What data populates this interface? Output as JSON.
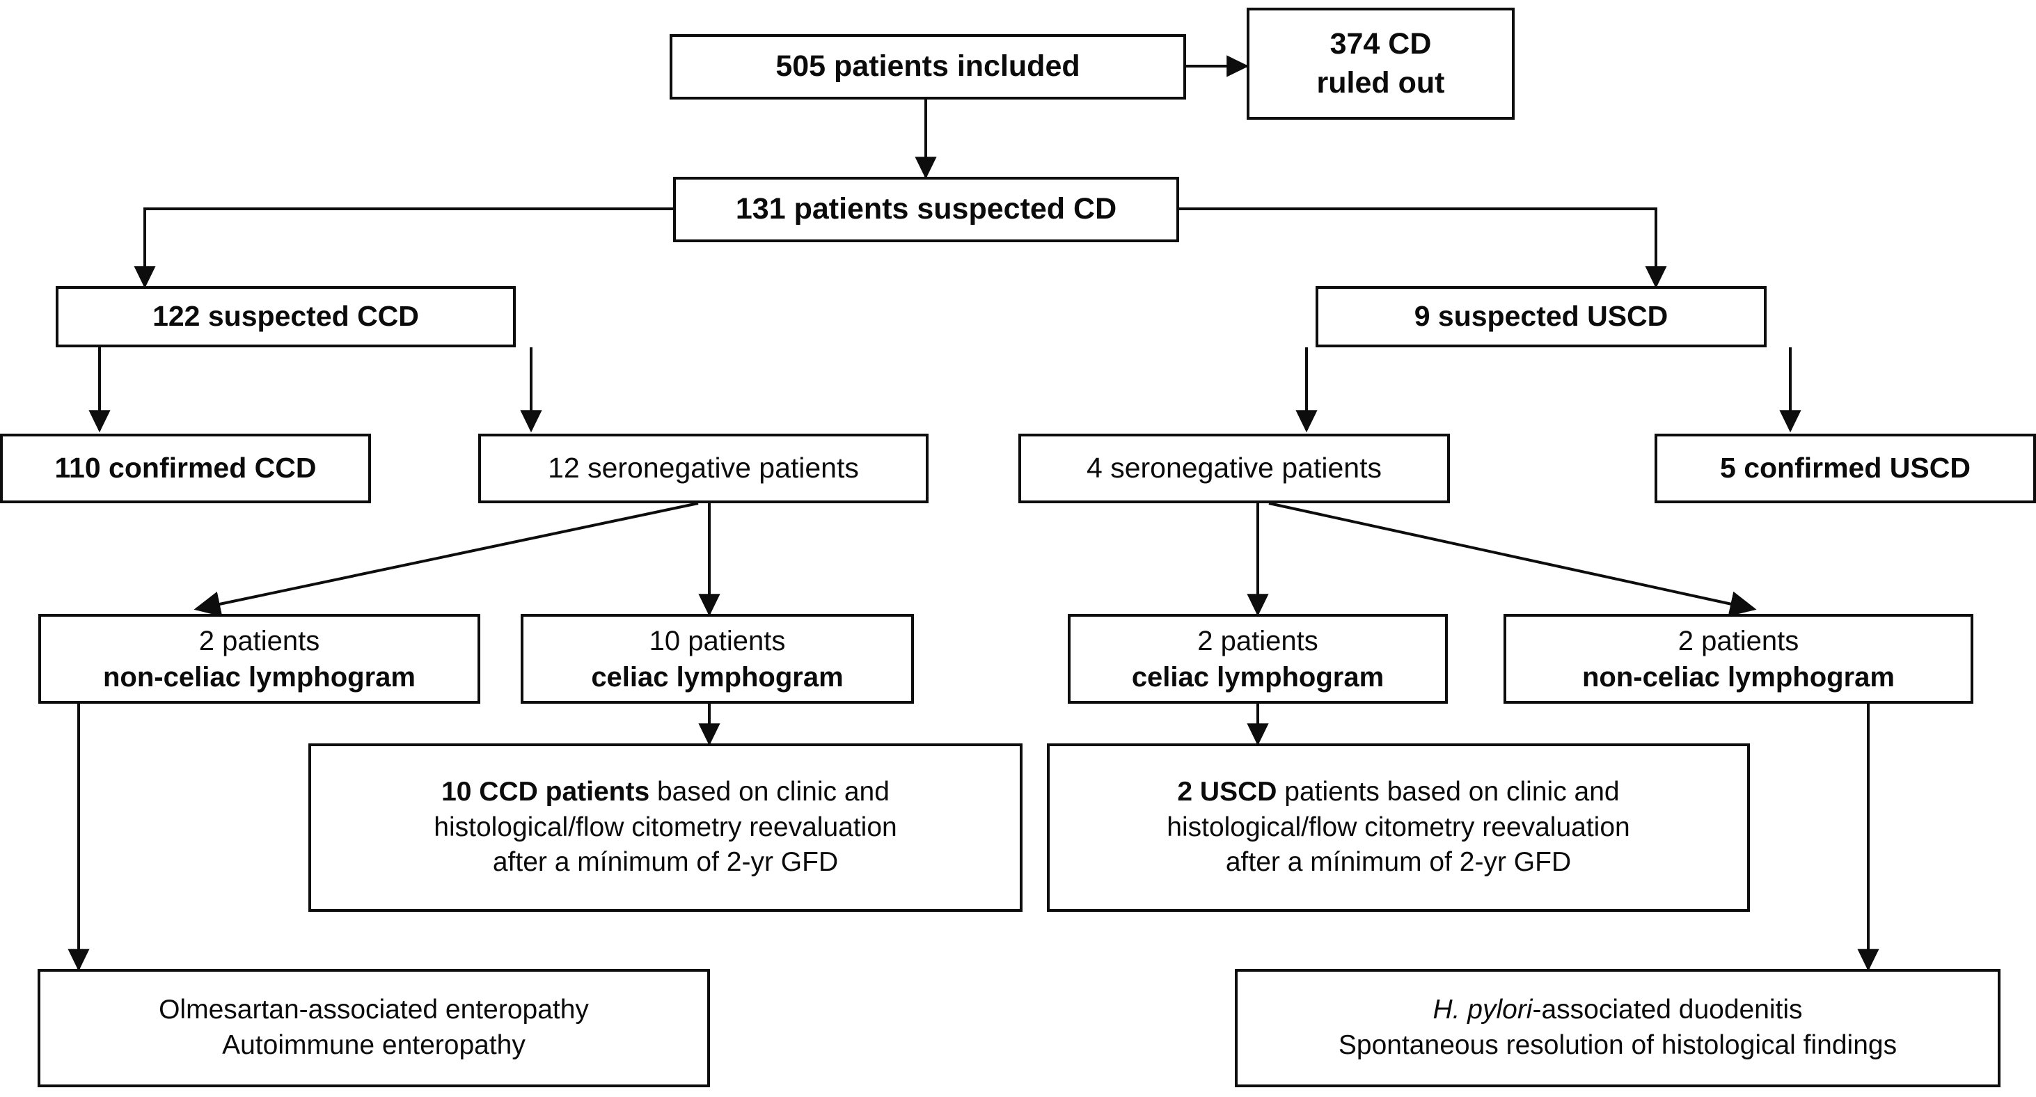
{
  "diagram": {
    "title": "Patient flow diagram for celiac disease diagnosis",
    "type": "flowchart",
    "stroke_color": "#0d0d0d",
    "background_color": "#ffffff",
    "nodes": [
      {
        "id": "included",
        "name": "505-patients-included",
        "lines": [
          {
            "text": "505 patients included",
            "weight": "bold"
          }
        ]
      },
      {
        "id": "ruled_out",
        "name": "374-cd-ruled-out",
        "lines": [
          {
            "text": "374 CD",
            "weight": "bold"
          },
          {
            "text": "ruled out",
            "weight": "bold"
          }
        ]
      },
      {
        "id": "suspected_cd",
        "name": "131-patients-suspected-cd",
        "lines": [
          {
            "text": "131 patients suspected CD",
            "weight": "bold"
          }
        ]
      },
      {
        "id": "suspected_ccd",
        "name": "122-suspected-ccd",
        "lines": [
          {
            "text": "122 suspected CCD",
            "weight": "bold"
          }
        ]
      },
      {
        "id": "suspected_uscd",
        "name": "9-suspected-uscd",
        "lines": [
          {
            "text": "9 suspected USCD",
            "weight": "bold"
          }
        ]
      },
      {
        "id": "confirmed_ccd",
        "name": "110-confirmed-ccd",
        "lines": [
          {
            "text": "110 confirmed CCD",
            "weight": "bold"
          }
        ]
      },
      {
        "id": "seroneg_12",
        "name": "12-seronegative-patients",
        "lines": [
          {
            "text": "12 seronegative patients",
            "weight": "normal"
          }
        ]
      },
      {
        "id": "seroneg_4",
        "name": "4-seronegative-patients",
        "lines": [
          {
            "text": "4 seronegative patients",
            "weight": "normal"
          }
        ]
      },
      {
        "id": "confirmed_uscd",
        "name": "5-confirmed-uscd",
        "lines": [
          {
            "text": "5 confirmed USCD",
            "weight": "bold"
          }
        ]
      },
      {
        "id": "noncel_2_left",
        "name": "2-patients-non-celiac-lymphogram-left",
        "lines": [
          {
            "text": "2 patients",
            "weight": "normal"
          },
          {
            "text": "non-celiac lymphogram",
            "weight": "bold"
          }
        ]
      },
      {
        "id": "cel_10",
        "name": "10-patients-celiac-lymphogram",
        "lines": [
          {
            "text": "10 patients",
            "weight": "normal"
          },
          {
            "text": "celiac lymphogram",
            "weight": "bold"
          }
        ]
      },
      {
        "id": "cel_2",
        "name": "2-patients-celiac-lymphogram",
        "lines": [
          {
            "text": "2 patients",
            "weight": "normal"
          },
          {
            "text": "celiac lymphogram",
            "weight": "bold"
          }
        ]
      },
      {
        "id": "noncel_2_right",
        "name": "2-patients-non-celiac-lymphogram-right",
        "lines": [
          {
            "text": "2 patients",
            "weight": "normal"
          },
          {
            "text": "non-celiac lymphogram",
            "weight": "bold"
          }
        ]
      },
      {
        "id": "ccd_reeval",
        "name": "10-ccd-patients-reevaluation",
        "lines": [
          {
            "bold_prefix": "10 CCD patients",
            "text": " based on clinic and",
            "weight": "mixed"
          },
          {
            "text": "histological/flow citometry reevaluation",
            "weight": "normal"
          },
          {
            "text": "after a mínimum of 2-yr GFD",
            "weight": "normal"
          }
        ]
      },
      {
        "id": "uscd_reeval",
        "name": "2-uscd-patients-reevaluation",
        "lines": [
          {
            "bold_prefix": "2 USCD",
            "text": " patients based on clinic and",
            "weight": "mixed"
          },
          {
            "text": "histological/flow citometry reevaluation",
            "weight": "normal"
          },
          {
            "text": "after a mínimum of 2-yr GFD",
            "weight": "normal"
          }
        ]
      },
      {
        "id": "enteropathy",
        "name": "olmesartan-autoimmune-enteropathy",
        "lines": [
          {
            "text": "Olmesartan-associated enteropathy",
            "weight": "normal"
          },
          {
            "text": "Autoimmune enteropathy",
            "weight": "normal"
          }
        ]
      },
      {
        "id": "duodenitis",
        "name": "h-pylori-duodenitis-spontaneous-resolution",
        "lines": [
          {
            "italic_prefix": "H. pylori",
            "text": "-associated duodenitis",
            "weight": "mixed-italic"
          },
          {
            "text": "Spontaneous resolution of histological findings",
            "weight": "normal"
          }
        ]
      }
    ],
    "edges": [
      {
        "name": "edge-included-to-ruled-out",
        "from": "included",
        "to": "ruled_out",
        "style": "horizontal-arrow"
      },
      {
        "name": "edge-included-to-suspected-cd",
        "from": "included",
        "to": "suspected_cd",
        "style": "vertical-arrow"
      },
      {
        "name": "edge-suspected-cd-to-suspected-ccd",
        "from": "suspected_cd",
        "to": "suspected_ccd",
        "style": "elbow-left-arrow"
      },
      {
        "name": "edge-suspected-cd-to-suspected-uscd",
        "from": "suspected_cd",
        "to": "suspected_uscd",
        "style": "elbow-right-arrow"
      },
      {
        "name": "edge-ccd-to-confirmed-ccd",
        "from": "suspected_ccd",
        "to": "confirmed_ccd",
        "style": "vertical-arrow"
      },
      {
        "name": "edge-ccd-to-seroneg-12",
        "from": "suspected_ccd",
        "to": "seroneg_12",
        "style": "vertical-arrow"
      },
      {
        "name": "edge-uscd-to-seroneg-4",
        "from": "suspected_uscd",
        "to": "seroneg_4",
        "style": "vertical-arrow"
      },
      {
        "name": "edge-uscd-to-confirmed-uscd",
        "from": "suspected_uscd",
        "to": "confirmed_uscd",
        "style": "vertical-arrow"
      },
      {
        "name": "edge-seroneg12-to-noncel2left",
        "from": "seroneg_12",
        "to": "noncel_2_left",
        "style": "diagonal-arrow"
      },
      {
        "name": "edge-seroneg12-to-cel10",
        "from": "seroneg_12",
        "to": "cel_10",
        "style": "vertical-arrow"
      },
      {
        "name": "edge-seroneg4-to-cel2",
        "from": "seroneg_4",
        "to": "cel_2",
        "style": "vertical-arrow"
      },
      {
        "name": "edge-seroneg4-to-noncel2right",
        "from": "seroneg_4",
        "to": "noncel_2_right",
        "style": "diagonal-arrow"
      },
      {
        "name": "edge-cel10-to-ccd-reeval",
        "from": "cel_10",
        "to": "ccd_reeval",
        "style": "vertical-arrow"
      },
      {
        "name": "edge-cel2-to-uscd-reeval",
        "from": "cel_2",
        "to": "uscd_reeval",
        "style": "vertical-arrow"
      },
      {
        "name": "edge-noncel2left-to-enteropathy",
        "from": "noncel_2_left",
        "to": "enteropathy",
        "style": "long-vertical-arrow"
      },
      {
        "name": "edge-noncel2right-to-duodenitis",
        "from": "noncel_2_right",
        "to": "duodenitis",
        "style": "long-vertical-arrow"
      }
    ]
  }
}
